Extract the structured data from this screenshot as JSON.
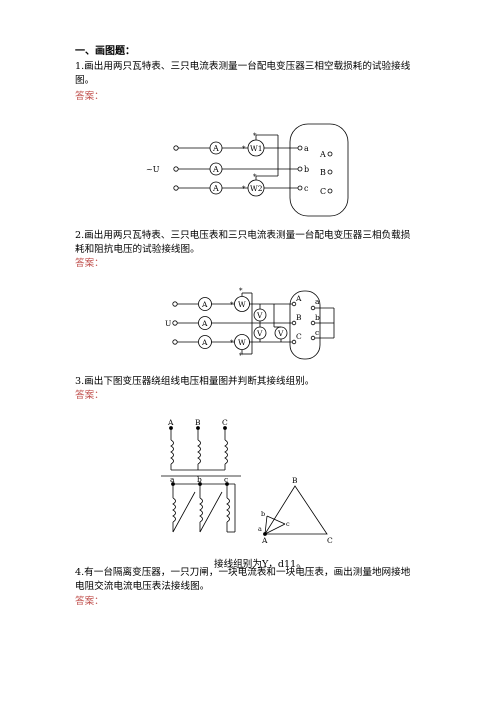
{
  "section_title": "一、画图题：",
  "q1": {
    "line1": "1.画出用两只瓦特表、三只电流表测量一台配电变压器三相空载损耗的试验接线",
    "line2": "图。",
    "answer": "答案：",
    "figure": {
      "source_label": "~U",
      "ammeter": "A",
      "wattmeter1": "W1",
      "wattmeter2": "W2",
      "star": "*",
      "lv_terminals": [
        "a",
        "b",
        "c"
      ],
      "hv_terminals": [
        "A",
        "B",
        "C"
      ]
    }
  },
  "q2": {
    "line1": "2.画出用两只瓦特表、三只电压表和三只电流表测量一台配电变压器三相负载损",
    "line2": "耗和阻抗电压的试验接线图。",
    "answer": "答案：",
    "figure": {
      "source_label": "U",
      "ammeter": "A",
      "wattmeter": "W",
      "voltmeter": "V",
      "star": "*",
      "hv_terminals": [
        "A",
        "B",
        "C"
      ],
      "lv_terminals": [
        "a",
        "b",
        "c"
      ]
    }
  },
  "q3": {
    "line": "3.画出下图变压器绕组线电压相量图并判断其接线组别。",
    "answer": "答案：",
    "figure": {
      "hv_terminals": [
        "A",
        "B",
        "C"
      ],
      "lv_terminals": [
        "a",
        "b",
        "c"
      ],
      "phasor_hv": [
        "B",
        "A",
        "C"
      ],
      "phasor_lv": [
        "b",
        "c",
        "a"
      ]
    },
    "conclusion": "接线组别为Y，d11。"
  },
  "q4": {
    "line1": "4.有一台隔离变压器，一只刀闸，一块电流表和一块电压表，画出测量地网接地",
    "line2": "电阻交流电流电压表法接线图。",
    "answer": "答案："
  }
}
